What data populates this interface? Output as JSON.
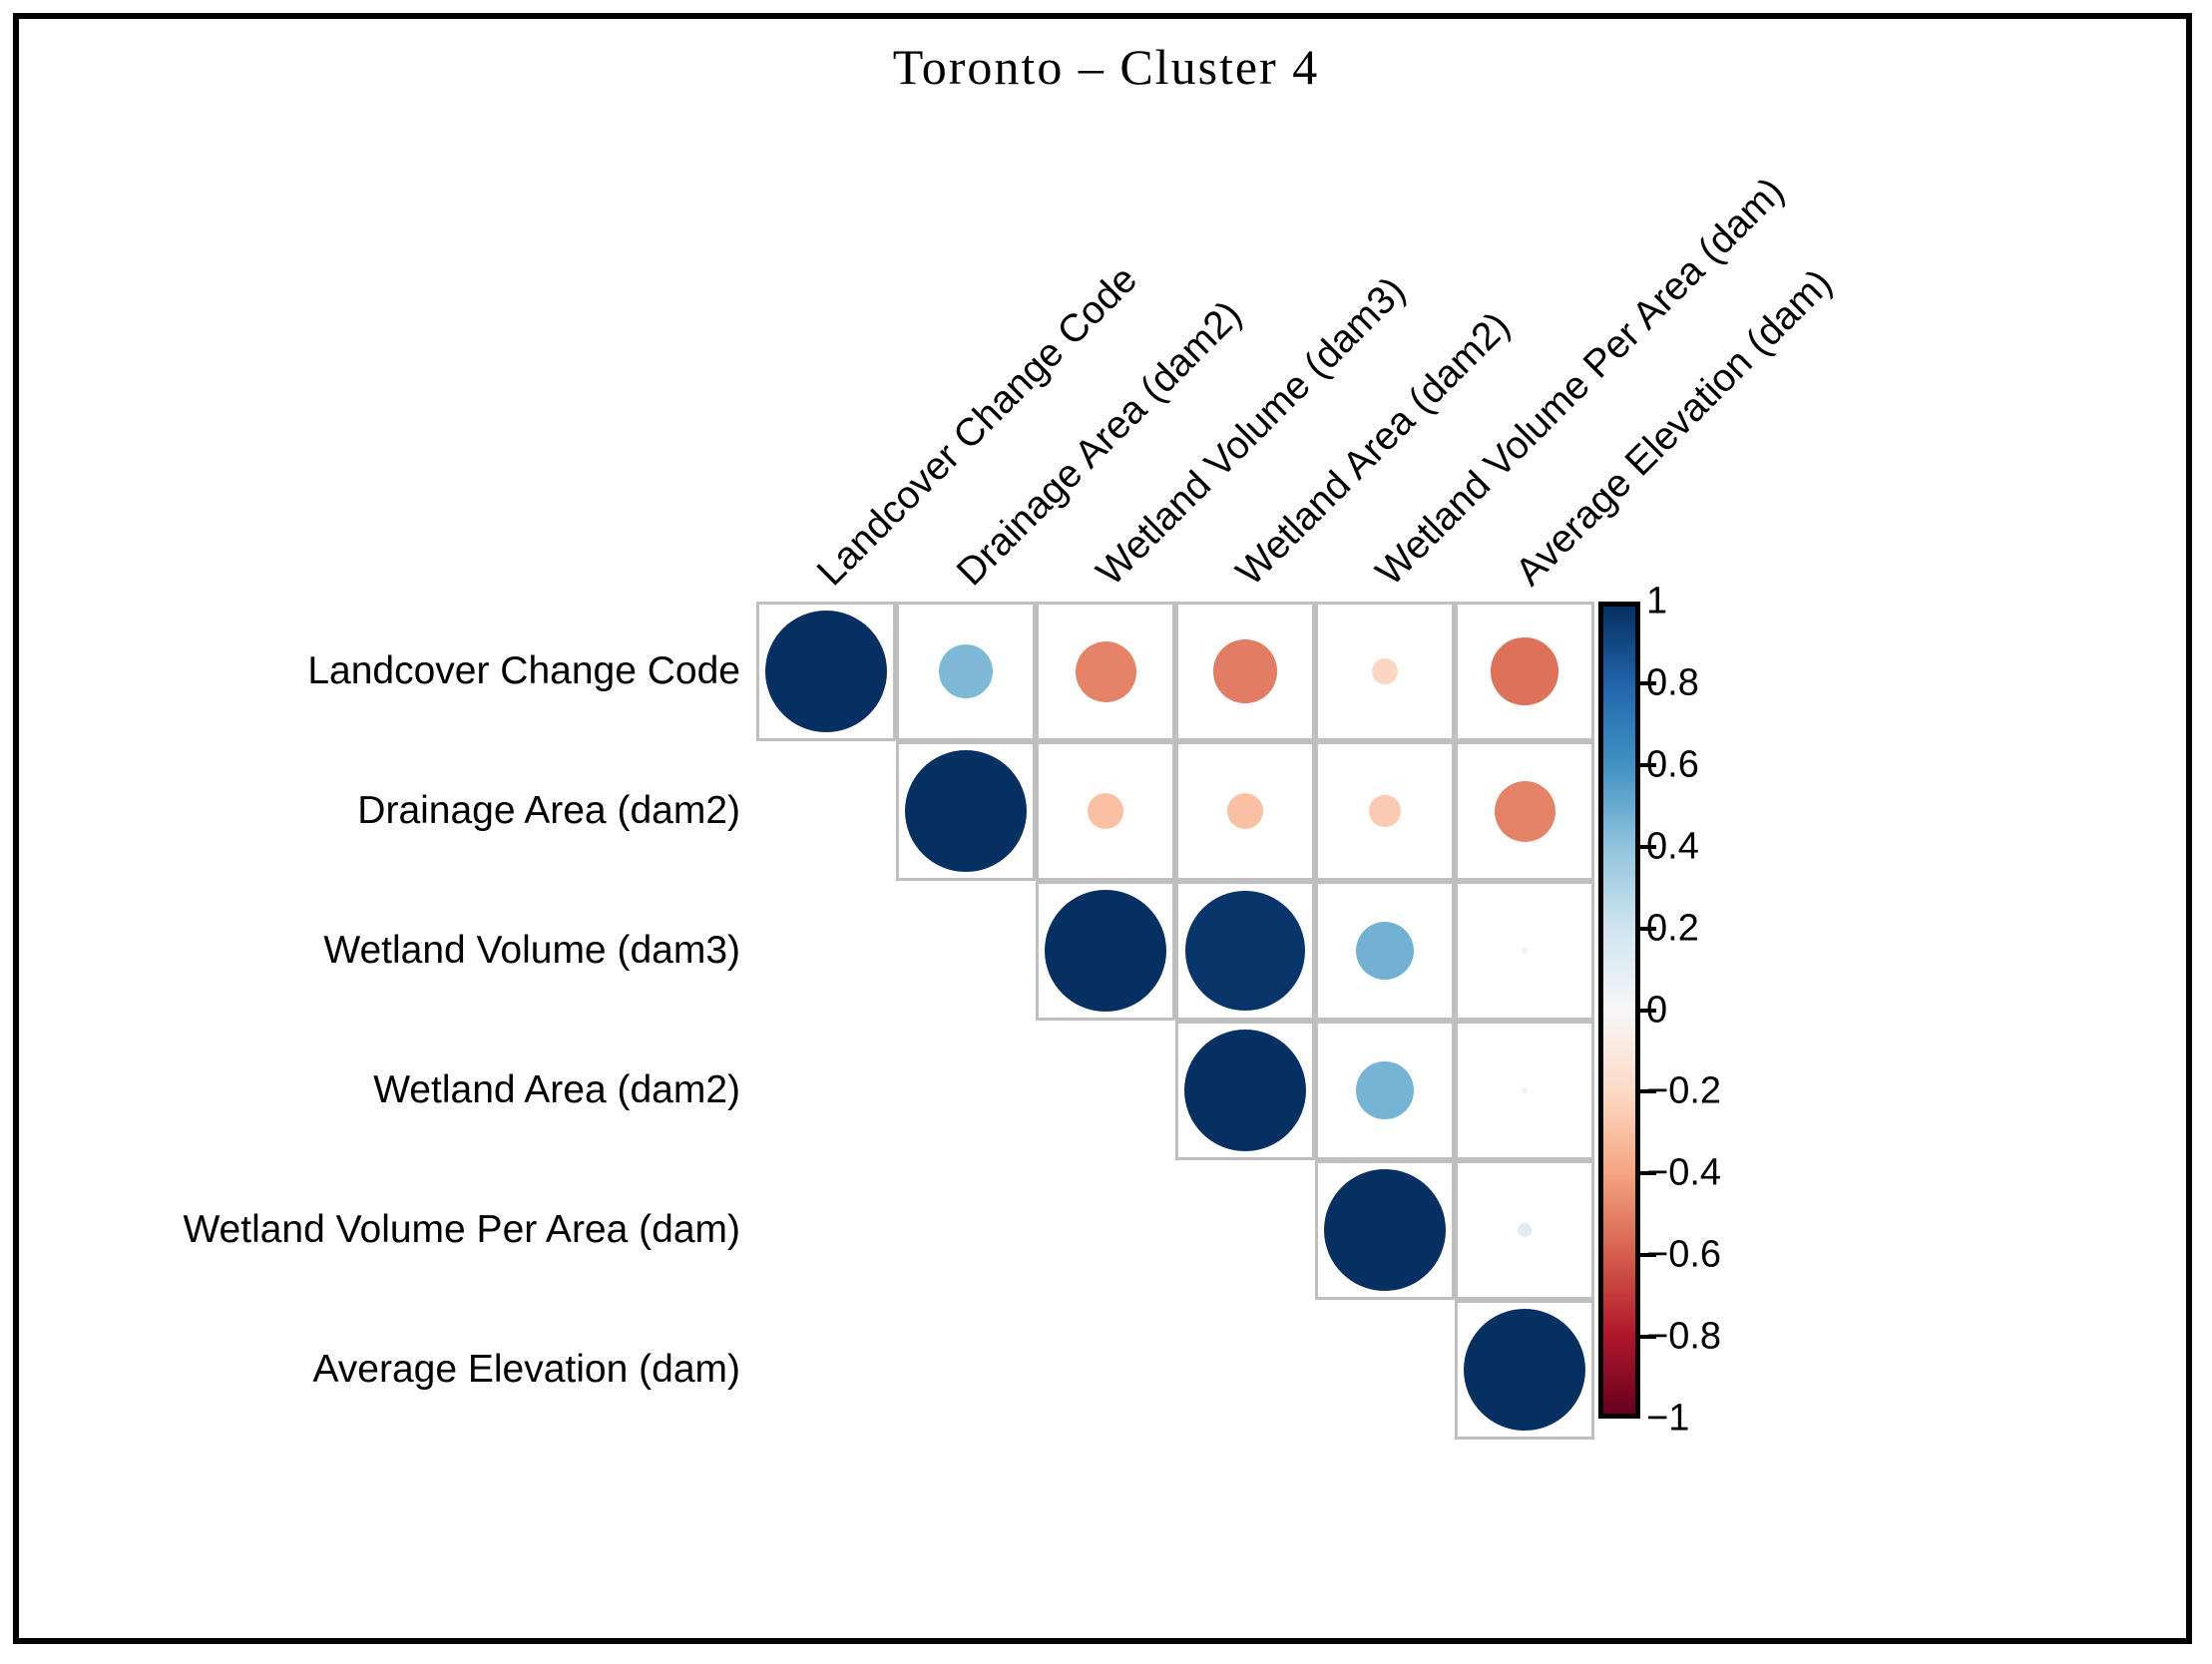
{
  "title": "Toronto – Cluster 4",
  "variables": [
    "Landcover Change Code",
    "Drainage Area (dam2)",
    "Wetland Volume (dam3)",
    "Wetland Area (dam2)",
    "Wetland Volume Per Area (dam)",
    "Average Elevation (dam)"
  ],
  "colorbar": {
    "ticks": [
      "1",
      "0.8",
      "0.6",
      "0.4",
      "0.2",
      "0",
      "−0.2",
      "−0.4",
      "−0.6",
      "−0.8",
      "−1"
    ],
    "tick_values": [
      1,
      0.8,
      0.6,
      0.4,
      0.2,
      0,
      -0.2,
      -0.4,
      -0.6,
      -0.8,
      -1
    ],
    "vmin": -1,
    "vmax": 1,
    "colormap": "RdBu",
    "top_color": "#053061",
    "mid_color": "#f7f7f7",
    "bottom_color": "#67001f"
  },
  "chart_data": {
    "type": "heatmap",
    "subtype": "correlation-matrix-circles",
    "title": "Toronto – Cluster 4",
    "xlabel": "",
    "ylabel": "",
    "grid": true,
    "legend_position": "right",
    "categories": [
      "Landcover Change Code",
      "Drainage Area (dam2)",
      "Wetland Volume (dam3)",
      "Wetland Area (dam2)",
      "Wetland Volume Per Area (dam)",
      "Average Elevation (dam)"
    ],
    "matrix_display": "upper-triangle-including-diagonal",
    "zlim": [
      -1,
      1
    ],
    "cells": [
      {
        "row": 0,
        "col": 0,
        "row_label": "Landcover Change Code",
        "col_label": "Landcover Change Code",
        "value": 1.0
      },
      {
        "row": 0,
        "col": 1,
        "row_label": "Landcover Change Code",
        "col_label": "Drainage Area (dam2)",
        "value": 0.45
      },
      {
        "row": 0,
        "col": 2,
        "row_label": "Landcover Change Code",
        "col_label": "Wetland Volume (dam3)",
        "value": -0.5
      },
      {
        "row": 0,
        "col": 3,
        "row_label": "Landcover Change Code",
        "col_label": "Wetland Area (dam2)",
        "value": -0.52
      },
      {
        "row": 0,
        "col": 4,
        "row_label": "Landcover Change Code",
        "col_label": "Wetland Volume Per Area (dam)",
        "value": -0.22
      },
      {
        "row": 0,
        "col": 5,
        "row_label": "Landcover Change Code",
        "col_label": "Average Elevation (dam)",
        "value": -0.55
      },
      {
        "row": 1,
        "col": 1,
        "row_label": "Drainage Area (dam2)",
        "col_label": "Drainage Area (dam2)",
        "value": 1.0
      },
      {
        "row": 1,
        "col": 2,
        "row_label": "Drainage Area (dam2)",
        "col_label": "Wetland Volume (dam3)",
        "value": -0.3
      },
      {
        "row": 1,
        "col": 3,
        "row_label": "Drainage Area (dam2)",
        "col_label": "Wetland Area (dam2)",
        "value": -0.3
      },
      {
        "row": 1,
        "col": 4,
        "row_label": "Drainage Area (dam2)",
        "col_label": "Wetland Volume Per Area (dam)",
        "value": -0.26
      },
      {
        "row": 1,
        "col": 5,
        "row_label": "Drainage Area (dam2)",
        "col_label": "Average Elevation (dam)",
        "value": -0.5
      },
      {
        "row": 2,
        "col": 2,
        "row_label": "Wetland Volume (dam3)",
        "col_label": "Wetland Volume (dam3)",
        "value": 1.0
      },
      {
        "row": 2,
        "col": 3,
        "row_label": "Wetland Volume (dam3)",
        "col_label": "Wetland Area (dam2)",
        "value": 0.98
      },
      {
        "row": 2,
        "col": 4,
        "row_label": "Wetland Volume (dam3)",
        "col_label": "Wetland Volume Per Area (dam)",
        "value": 0.48
      },
      {
        "row": 2,
        "col": 5,
        "row_label": "Wetland Volume (dam3)",
        "col_label": "Average Elevation (dam)",
        "value": -0.04
      },
      {
        "row": 3,
        "col": 3,
        "row_label": "Wetland Area (dam2)",
        "col_label": "Wetland Area (dam2)",
        "value": 1.0
      },
      {
        "row": 3,
        "col": 4,
        "row_label": "Wetland Area (dam2)",
        "col_label": "Wetland Volume Per Area (dam)",
        "value": 0.47
      },
      {
        "row": 3,
        "col": 5,
        "row_label": "Wetland Area (dam2)",
        "col_label": "Average Elevation (dam)",
        "value": -0.05
      },
      {
        "row": 4,
        "col": 4,
        "row_label": "Wetland Volume Per Area (dam)",
        "col_label": "Wetland Volume Per Area (dam)",
        "value": 1.0
      },
      {
        "row": 4,
        "col": 5,
        "row_label": "Wetland Volume Per Area (dam)",
        "col_label": "Average Elevation (dam)",
        "value": 0.12
      },
      {
        "row": 5,
        "col": 5,
        "row_label": "Average Elevation (dam)",
        "col_label": "Average Elevation (dam)",
        "value": 1.0
      }
    ]
  }
}
